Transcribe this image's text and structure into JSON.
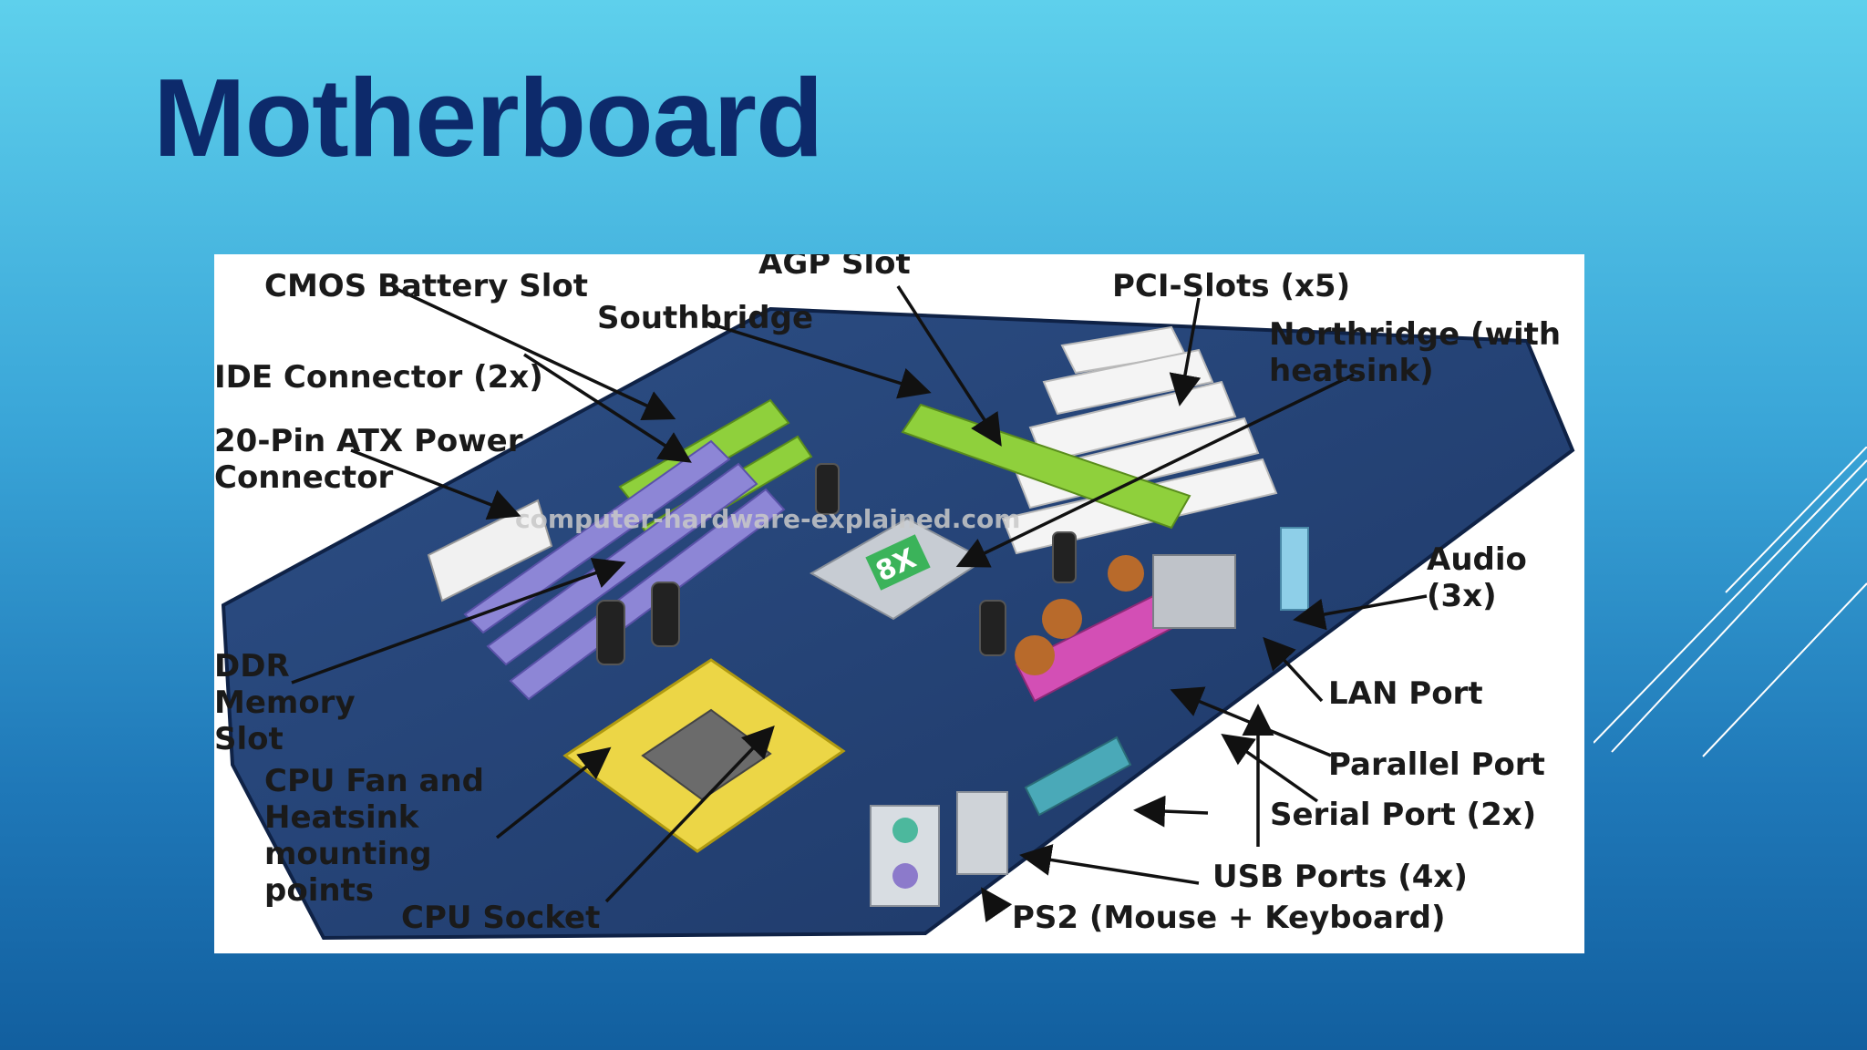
{
  "slide": {
    "title": "Motherboard"
  },
  "figure": {
    "watermark": "computer-hardware-explained.com",
    "agp_badge": "8X",
    "labels": {
      "cmos": "CMOS Battery Slot",
      "agp": "AGP Slot",
      "southbridge": "Southbridge",
      "pci": "PCI-Slots (x5)",
      "northbridge": "Northridge (with heatsink)",
      "ide": "IDE Connector (2x)",
      "atx": "20-Pin ATX Power Connector",
      "ddr": "DDR Memory Slot",
      "cpufan": "CPU Fan and Heatsink mounting points",
      "cpusocket": "CPU Socket",
      "audio": "Audio (3x)",
      "lan": "LAN Port",
      "parallel": "Parallel Port",
      "serial": "Serial Port (2x)",
      "usb": "USB Ports (4x)",
      "ps2": "PS2 (Mouse  + Keyboard)"
    }
  }
}
